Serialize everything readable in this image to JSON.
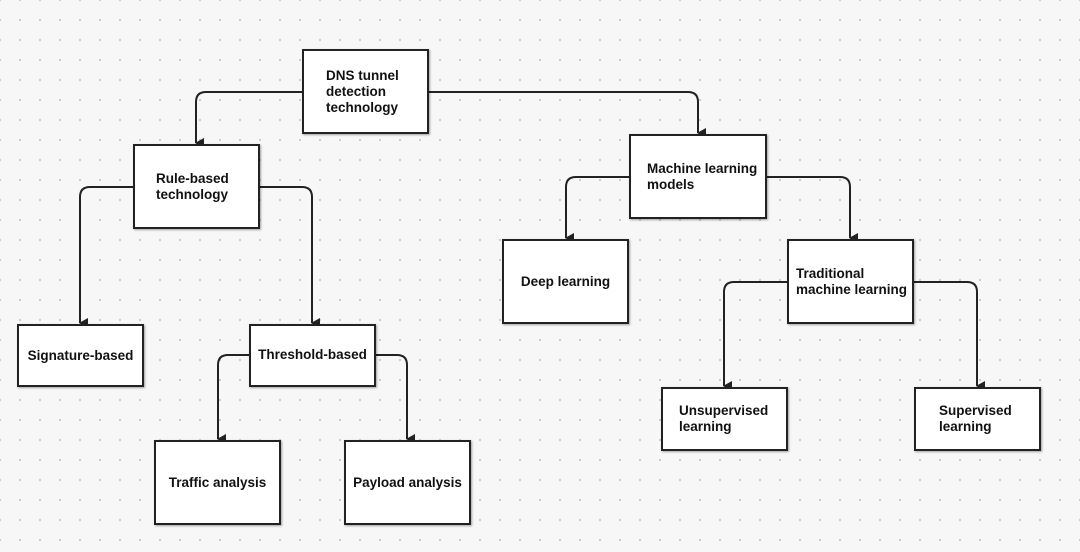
{
  "diagram": {
    "nodes": [
      {
        "id": "root",
        "label": "DNS tunnel\ndetection\ntechnology"
      },
      {
        "id": "rule",
        "label": "Rule-based\ntechnology"
      },
      {
        "id": "ml",
        "label": "Machine learning\nmodels"
      },
      {
        "id": "sig",
        "label": "Signature-based"
      },
      {
        "id": "thr",
        "label": "Threshold-based"
      },
      {
        "id": "deep",
        "label": "Deep learning"
      },
      {
        "id": "trad",
        "label": "Traditional\nmachine learning"
      },
      {
        "id": "traffic",
        "label": "Traffic analysis"
      },
      {
        "id": "payload",
        "label": "Payload analysis"
      },
      {
        "id": "unsup",
        "label": "Unsupervised\nlearning"
      },
      {
        "id": "sup",
        "label": "Supervised\nlearning"
      }
    ],
    "edges": [
      {
        "from": "root",
        "to": "rule"
      },
      {
        "from": "root",
        "to": "ml"
      },
      {
        "from": "rule",
        "to": "sig"
      },
      {
        "from": "rule",
        "to": "thr"
      },
      {
        "from": "thr",
        "to": "traffic"
      },
      {
        "from": "thr",
        "to": "payload"
      },
      {
        "from": "ml",
        "to": "deep"
      },
      {
        "from": "ml",
        "to": "trad"
      },
      {
        "from": "trad",
        "to": "unsup"
      },
      {
        "from": "trad",
        "to": "sup"
      }
    ],
    "colors": {
      "line": "#222222",
      "box_fill": "#ffffff",
      "background": "#f7f7f7"
    }
  }
}
